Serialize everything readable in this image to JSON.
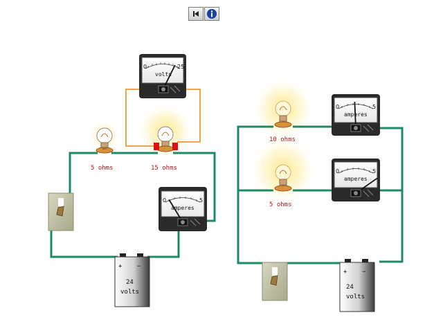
{
  "toolbar": {
    "rewind_icon": "skip-to-start-icon",
    "info_icon": "info-icon"
  },
  "colors": {
    "wire": "#1e8a62",
    "voltmeter_wire": "#f2a24a",
    "resistor_label": "#b01818",
    "clip": "#e01010"
  },
  "circuit_left": {
    "bulb_1": {
      "label": "5 ohms"
    },
    "bulb_2": {
      "label": "15 ohms"
    },
    "voltmeter": {
      "unit": "volts",
      "min": "0",
      "max": "25",
      "reading": 18
    },
    "ammeter": {
      "unit": "amperes",
      "min": "0",
      "max": "5",
      "reading": 1.2
    },
    "battery": {
      "plus": "+",
      "minus": "−",
      "value": "24",
      "unit": "volts"
    }
  },
  "circuit_right": {
    "bulb_1": {
      "label": "10 ohms"
    },
    "bulb_2": {
      "label": "5 ohms"
    },
    "ammeter_top": {
      "unit": "amperes",
      "min": "0",
      "max": "5",
      "reading": 2.4
    },
    "ammeter_bottom": {
      "unit": "amperes",
      "min": "0",
      "max": "5",
      "reading": 4.8
    },
    "battery": {
      "plus": "+",
      "minus": "−",
      "value": "24",
      "unit": "volts"
    }
  }
}
